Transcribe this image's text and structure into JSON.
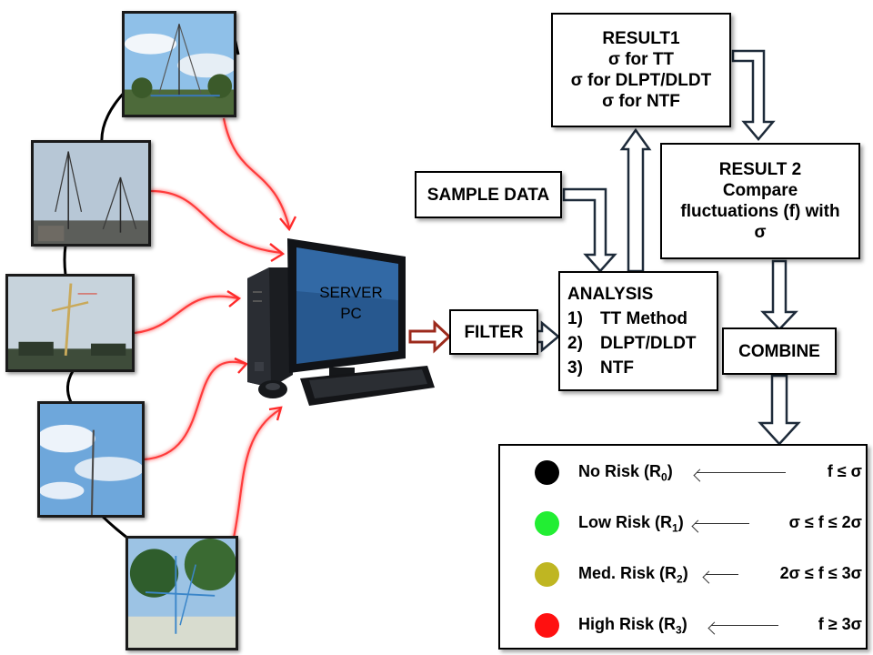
{
  "nodes": {
    "server_label": [
      "SERVER",
      "PC"
    ],
    "filter": "FILTER",
    "sample_data": "SAMPLE DATA",
    "analysis": {
      "title": "ANALYSIS",
      "items": [
        {
          "num": "1)",
          "text": "TT Method"
        },
        {
          "num": "2)",
          "text": "DLPT/DLDT"
        },
        {
          "num": "3)",
          "text": "NTF"
        }
      ]
    },
    "result1": [
      "RESULT1",
      "σ for TT",
      "σ for  DLPT/DLDT",
      "σ for NTF"
    ],
    "result2": [
      "RESULT 2",
      "Compare",
      "fluctuations (f) with",
      "σ"
    ],
    "combine": "COMBINE"
  },
  "legend": [
    {
      "risk": "No Risk (R",
      "sub": "0",
      "close": ")",
      "condition": "f ≤ σ",
      "color": "#000000"
    },
    {
      "risk": "Low Risk (R",
      "sub": "1",
      "close": ")",
      "condition": "σ ≤ f ≤ 2σ",
      "color": "#22ee33"
    },
    {
      "risk": "Med. Risk (R",
      "sub": "2",
      "close": ")",
      "condition": "2σ ≤ f ≤ 3σ",
      "color": "#bfb622"
    },
    {
      "risk": "High Risk (R",
      "sub": "3",
      "close": ")",
      "condition": "f ≥ 3σ",
      "color": "#ff1010"
    }
  ],
  "colors": {
    "link_glow": "#ff3b3b",
    "filter_arrow": "#9c2a1c",
    "block_arrow": "#1e2b3a"
  },
  "photos": [
    "antenna-photo-1",
    "antenna-photo-2",
    "antenna-photo-3",
    "antenna-photo-4",
    "antenna-photo-5"
  ]
}
